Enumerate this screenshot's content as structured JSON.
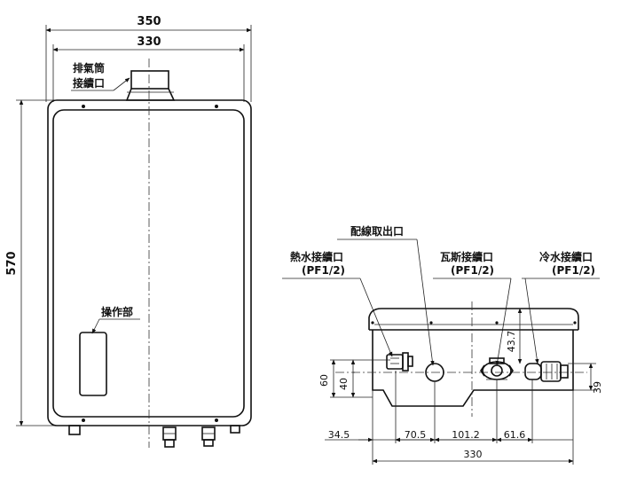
{
  "front_view": {
    "total_width": "350",
    "inner_width": "330",
    "height": "570",
    "exhaust_label_line1": "排氣筒",
    "exhaust_label_line2": "接續口",
    "control_label": "操作部"
  },
  "bottom_view": {
    "wiring_outlet_label": "配線取出口",
    "hot_water_label": "熱水接續口",
    "hot_water_spec": "(PF1/2)",
    "gas_label": "瓦斯接續口",
    "gas_spec": "(PF1/2)",
    "cold_water_label": "冷水接續口",
    "cold_water_spec": "(PF1/2)",
    "dim_43_7": "43.7",
    "dim_60": "60",
    "dim_40": "40",
    "dim_39": "39",
    "dim_34_5": "34.5",
    "dim_70_5": "70.5",
    "dim_101_2": "101.2",
    "dim_61_6": "61.6",
    "dim_330": "330"
  },
  "colors": {
    "line": "#111111",
    "background": "#ffffff"
  }
}
